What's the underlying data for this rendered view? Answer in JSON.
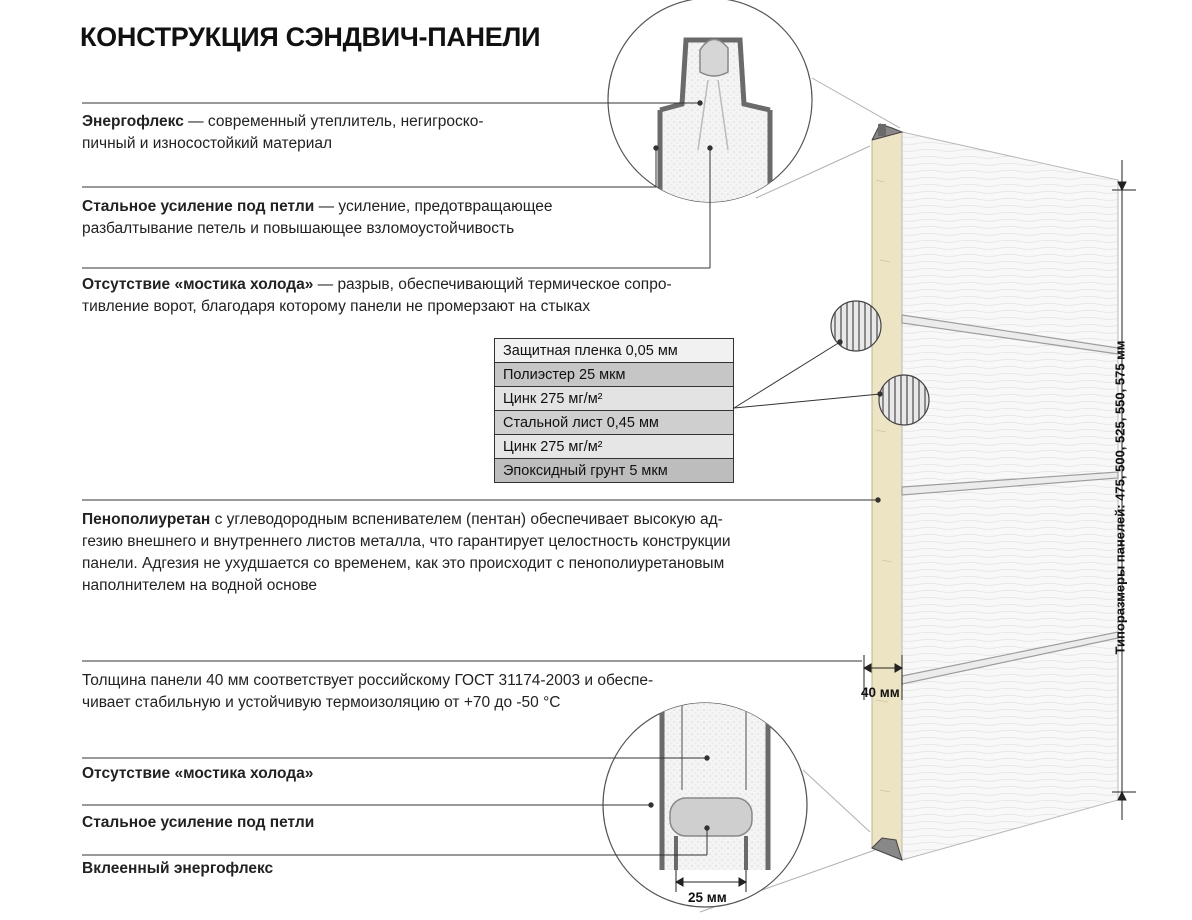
{
  "title": "КОНСТРУКЦИЯ СЭНДВИЧ-ПАНЕЛИ",
  "energoflex": {
    "bold": "Энергофлекс",
    "line1": " — современный утеплитель, негигроско-",
    "line2": "пичный и износостойкий материал"
  },
  "steel_reinforcement": {
    "bold": "Стальное усиление под петли",
    "line1": " — усиление, предотвращающее",
    "line2": "разбалтывание петель и повышающее взломоустойчивость"
  },
  "cold_bridge": {
    "bold": "Отсутствие «мостика холода»",
    "line1": " — разрыв, обеспечивающий термическое сопро-",
    "line2": "тивление ворот, благодаря которому панели не промерзают на стыках"
  },
  "layers": [
    "Защитная пленка 0,05 мм",
    "Полиэстер 25 мкм",
    "Цинк 275 мг/м²",
    "Стальной лист 0,45 мм",
    "Цинк 275 мг/м²",
    "Эпоксидный грунт 5 мкм"
  ],
  "polyurethane": {
    "bold": "Пенополиуретан",
    "line1": " с углеводородным вспенивателем (пентан) обеспечивает высокую ад-",
    "line2": "гезию внешнего и внутреннего листов металла, что гарантирует целостность конструкции",
    "line3": "панели. Адгезия не ухудшается со временем, как это происходит с пенополиуретановым",
    "line4": "наполнителем на водной основе"
  },
  "thickness": {
    "line1": "Толщина панели 40 мм соответствует российскому ГОСТ 31174-2003 и обеспе-",
    "line2": "чивает стабильную и устойчивую термоизоляцию от +70 до -50 °С"
  },
  "bottom_labels": {
    "cold_bridge": "Отсутствие «мостика холода»",
    "steel": "Стальное усиление под петли",
    "glued_energoflex": "Вклеенный энергофлекс"
  },
  "dimensions": {
    "panel_thickness": "40 мм",
    "joint_width": "25 мм",
    "panel_sizes": "Типоразмеры панелей: 475, 500, 525, 550, 575 мм"
  },
  "colors": {
    "foam": "#ede4c4",
    "panel_face": "#f7f7f7",
    "steel": "#707070"
  }
}
